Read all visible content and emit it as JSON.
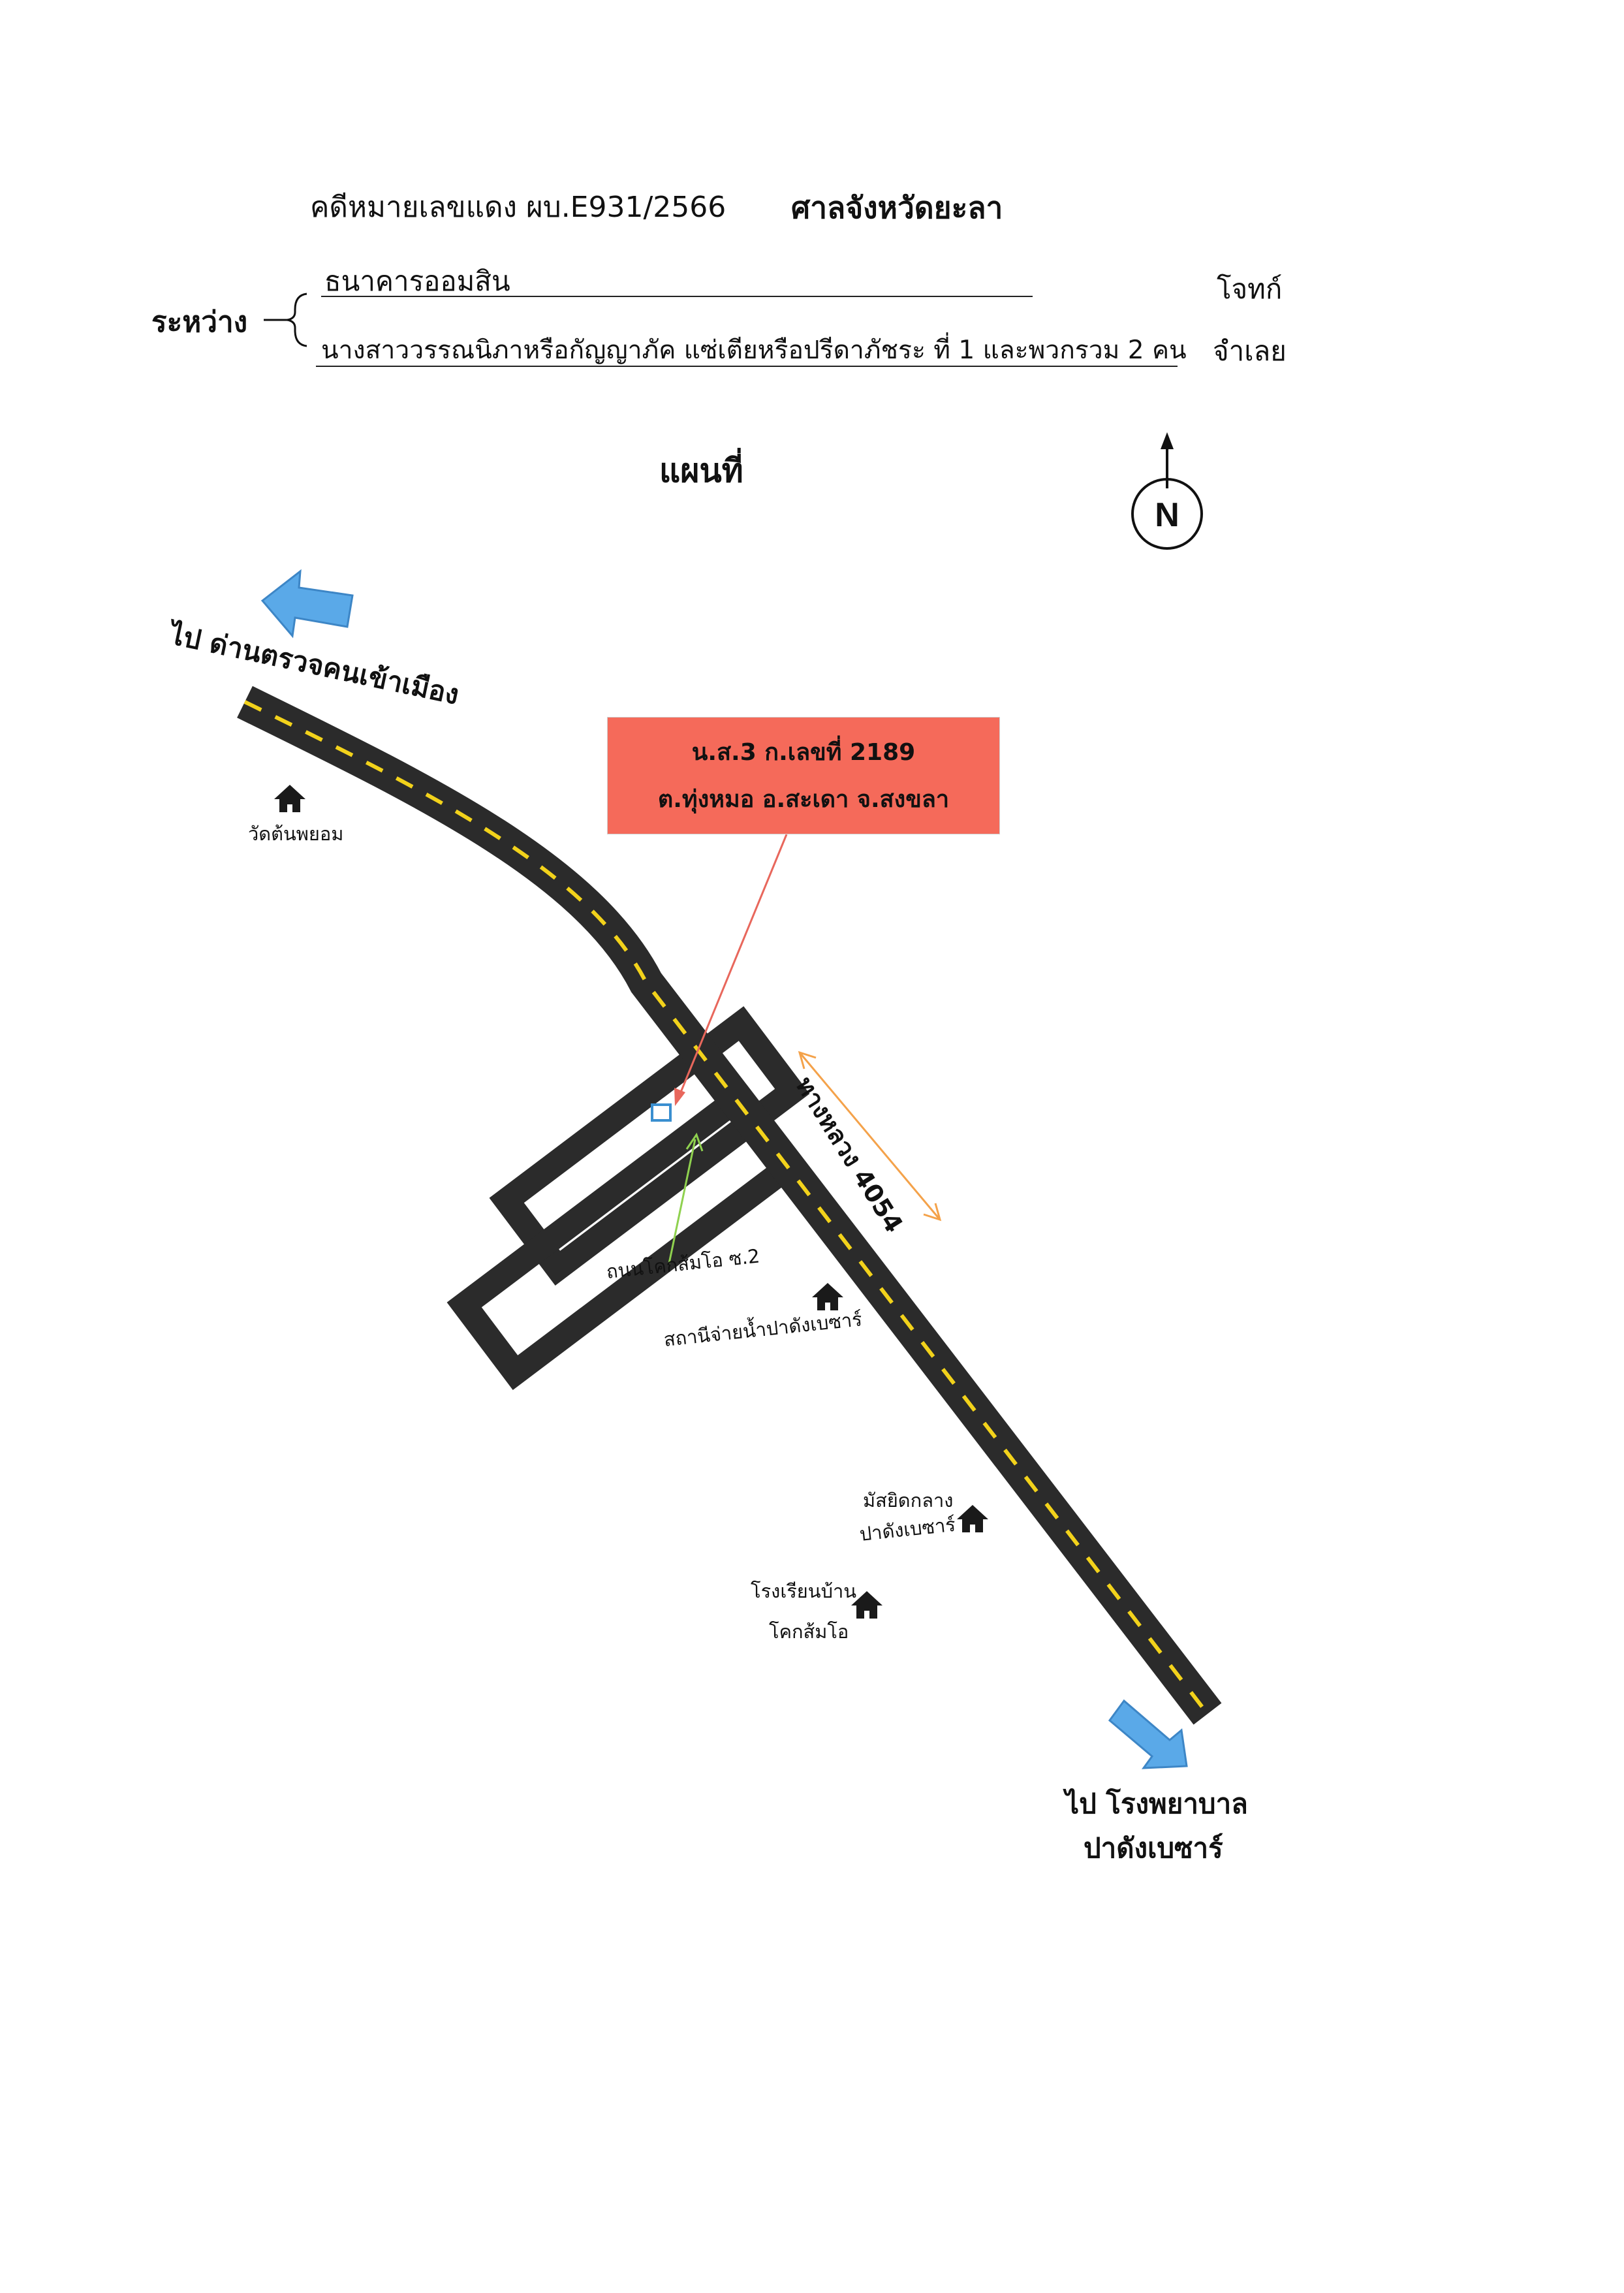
{
  "header": {
    "case_number": "คดีหมายเลขแดง ผบ.E931/2566",
    "court": "ศาลจังหวัดยะลา",
    "between_label": "ระหว่าง",
    "plaintiff": "ธนาคารออมสิน",
    "plaintiff_role": "โจทก์",
    "defendant": "นางสาววรรณนิภาหรือกัญญาภัค แซ่เตียหรือปรีดาภัชระ ที่ 1 และพวกรวม 2 คน",
    "defendant_role": "จำเลย"
  },
  "map": {
    "title": "แผนที่",
    "north_label": "N",
    "destination_northwest": "ไป ด่านตรวจคนเข้าเมือง",
    "destination_southeast_line1": "ไป โรงพยาบาล",
    "destination_southeast_line2": "ปาดังเบซาร์",
    "highway_label": "ทางหลวง 4054",
    "parcel": {
      "line1": "น.ส.3 ก.เลขที่ 2189",
      "line2": "ต.ทุ่งหมอ  อ.สะเดา จ.สงขลา"
    },
    "side_road_label": "ถนนโคกส้มโอ ซ.2",
    "landmarks": [
      {
        "name": "วัดต้นพยอม",
        "icon": "house-icon"
      },
      {
        "name": "สถานีจ่ายน้ำปาดังเบซาร์",
        "icon": "house-icon"
      },
      {
        "name_line1": "มัสยิดกลาง",
        "name_line2": "ปาดังเบซาร์",
        "icon": "house-icon"
      },
      {
        "name_line1": "โรงเรียนบ้าน",
        "name_line2": "โคกส้มโอ",
        "icon": "house-icon"
      }
    ],
    "colors": {
      "road": "#2b2b2b",
      "road_center_line": "#f2d21b",
      "parcel_box": "#f56a5a",
      "arrow_blue": "#5aa9e8",
      "pointer_red": "#e8675c",
      "pointer_green": "#8fd14f",
      "measure_orange": "#f4a24a",
      "parcel_marker": "#3a8fd0"
    }
  }
}
